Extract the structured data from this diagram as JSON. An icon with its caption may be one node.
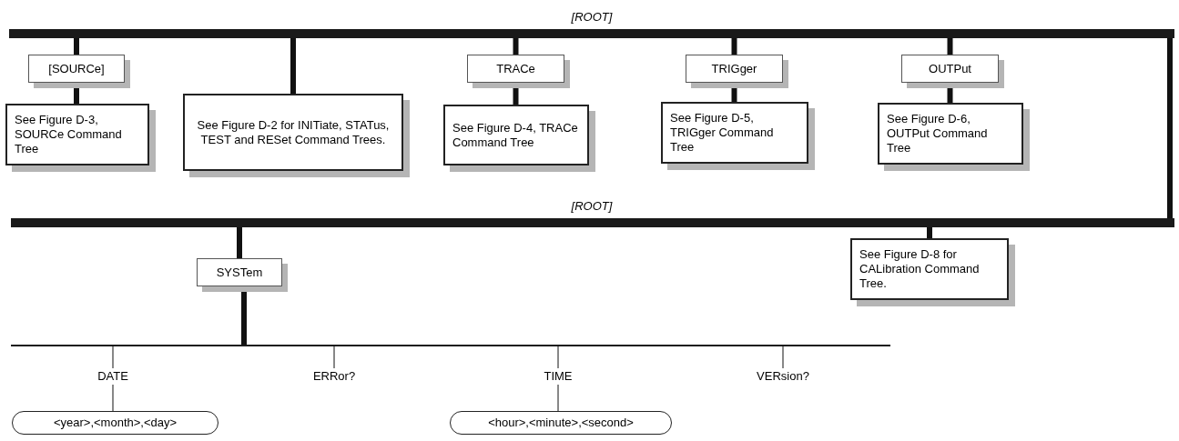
{
  "diagram": {
    "nodes": [
      {
        "text": [
          "[ROOT]"
        ]
      },
      {
        "text": [
          "[SOURCe]"
        ]
      },
      {
        "text": [
          "See Figure D-3, SOURCe Command Tree"
        ]
      },
      {
        "text": [
          "See Figure D-2 for INITiate, STATus, TEST and RESet Command Trees."
        ]
      },
      {
        "text": [
          "TRACe"
        ]
      },
      {
        "text": [
          "See Figure D-4, TRACe Command Tree"
        ]
      },
      {
        "text": [
          "TRIGger"
        ]
      },
      {
        "text": [
          "See Figure D-5, TRIGger Command Tree"
        ]
      },
      {
        "text": [
          "OUTPut"
        ]
      },
      {
        "text": [
          "See Figure D-6, OUTPut Command Tree"
        ]
      },
      {
        "text": [
          "[ROOT]"
        ]
      },
      {
        "text": [
          "SYSTem"
        ]
      },
      {
        "text": [
          "See Figure D-8 for CALibration Command Tree."
        ]
      },
      {
        "text": [],
        "shape": "bar"
      },
      {
        "text": [
          "DATE"
        ]
      },
      {
        "text": [
          "ERRor?"
        ]
      },
      {
        "text": [
          "TIME"
        ]
      },
      {
        "text": [
          "VERsion?"
        ]
      },
      {
        "text": [
          "<year>,<month>,<day>"
        ]
      },
      {
        "text": [
          "<hour>,<minute>,<second>"
        ]
      }
    ],
    "edges": [
      {
        "from": 0,
        "to": 1,
        "arrow": "none"
      },
      {
        "from": 1,
        "to": 2,
        "arrow": "none"
      },
      {
        "from": 0,
        "to": 3,
        "arrow": "none"
      },
      {
        "from": 0,
        "to": 4,
        "arrow": "none"
      },
      {
        "from": 4,
        "to": 5,
        "arrow": "none"
      },
      {
        "from": 0,
        "to": 6,
        "arrow": "none"
      },
      {
        "from": 6,
        "to": 7,
        "arrow": "none"
      },
      {
        "from": 0,
        "to": 8,
        "arrow": "none"
      },
      {
        "from": 8,
        "to": 9,
        "arrow": "none"
      },
      {
        "from": 0,
        "to": 10,
        "arrow": "none"
      },
      {
        "from": 10,
        "to": 11,
        "arrow": "none"
      },
      {
        "from": 10,
        "to": 12,
        "arrow": "none"
      },
      {
        "from": 11,
        "to": 13,
        "arrow": "none"
      },
      {
        "from": 13,
        "to": 14,
        "arrow": "none"
      },
      {
        "from": 13,
        "to": 15,
        "arrow": "none"
      },
      {
        "from": 13,
        "to": 16,
        "arrow": "none"
      },
      {
        "from": 13,
        "to": 17,
        "arrow": "none"
      },
      {
        "from": 14,
        "to": 18,
        "arrow": "none"
      },
      {
        "from": 16,
        "to": 19,
        "arrow": "none"
      }
    ]
  }
}
